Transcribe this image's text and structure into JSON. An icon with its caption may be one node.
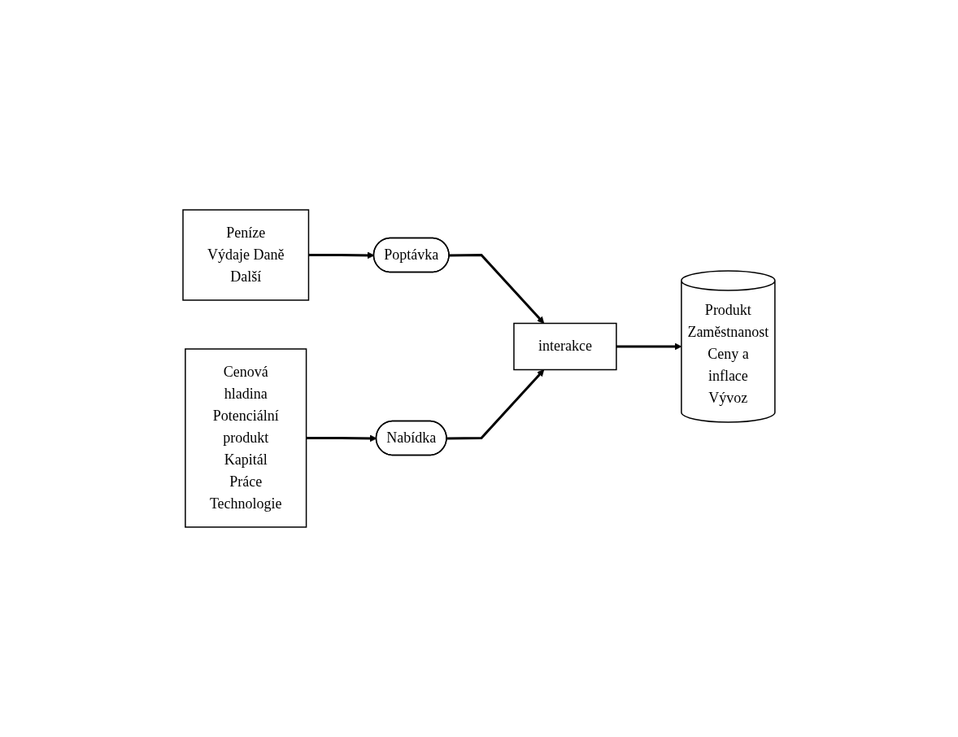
{
  "diagram": {
    "nodes": [
      {
        "text": [
          "Peníze Výdaje Daně Další"
        ]
      },
      {
        "text": [
          "Poptávka"
        ]
      },
      {
        "text": [
          "interakce"
        ]
      },
      {
        "text": [
          "Produkt",
          "Zaměstnanost",
          "Ceny a inflace",
          "Vývoz"
        ]
      },
      {
        "text": [
          "Cenová hladina Potenciální produkt Kapitál Práce Technologie"
        ]
      },
      {
        "text": [
          "Nabídka"
        ]
      }
    ],
    "edges": [
      {
        "from": 0,
        "to": 1,
        "arrow": "to"
      },
      {
        "from": 1,
        "to": 2,
        "arrow": "to"
      },
      {
        "from": 4,
        "to": 5,
        "arrow": "to"
      },
      {
        "from": 5,
        "to": 2,
        "arrow": "to"
      },
      {
        "from": 2,
        "to": 3,
        "arrow": "to"
      }
    ]
  }
}
